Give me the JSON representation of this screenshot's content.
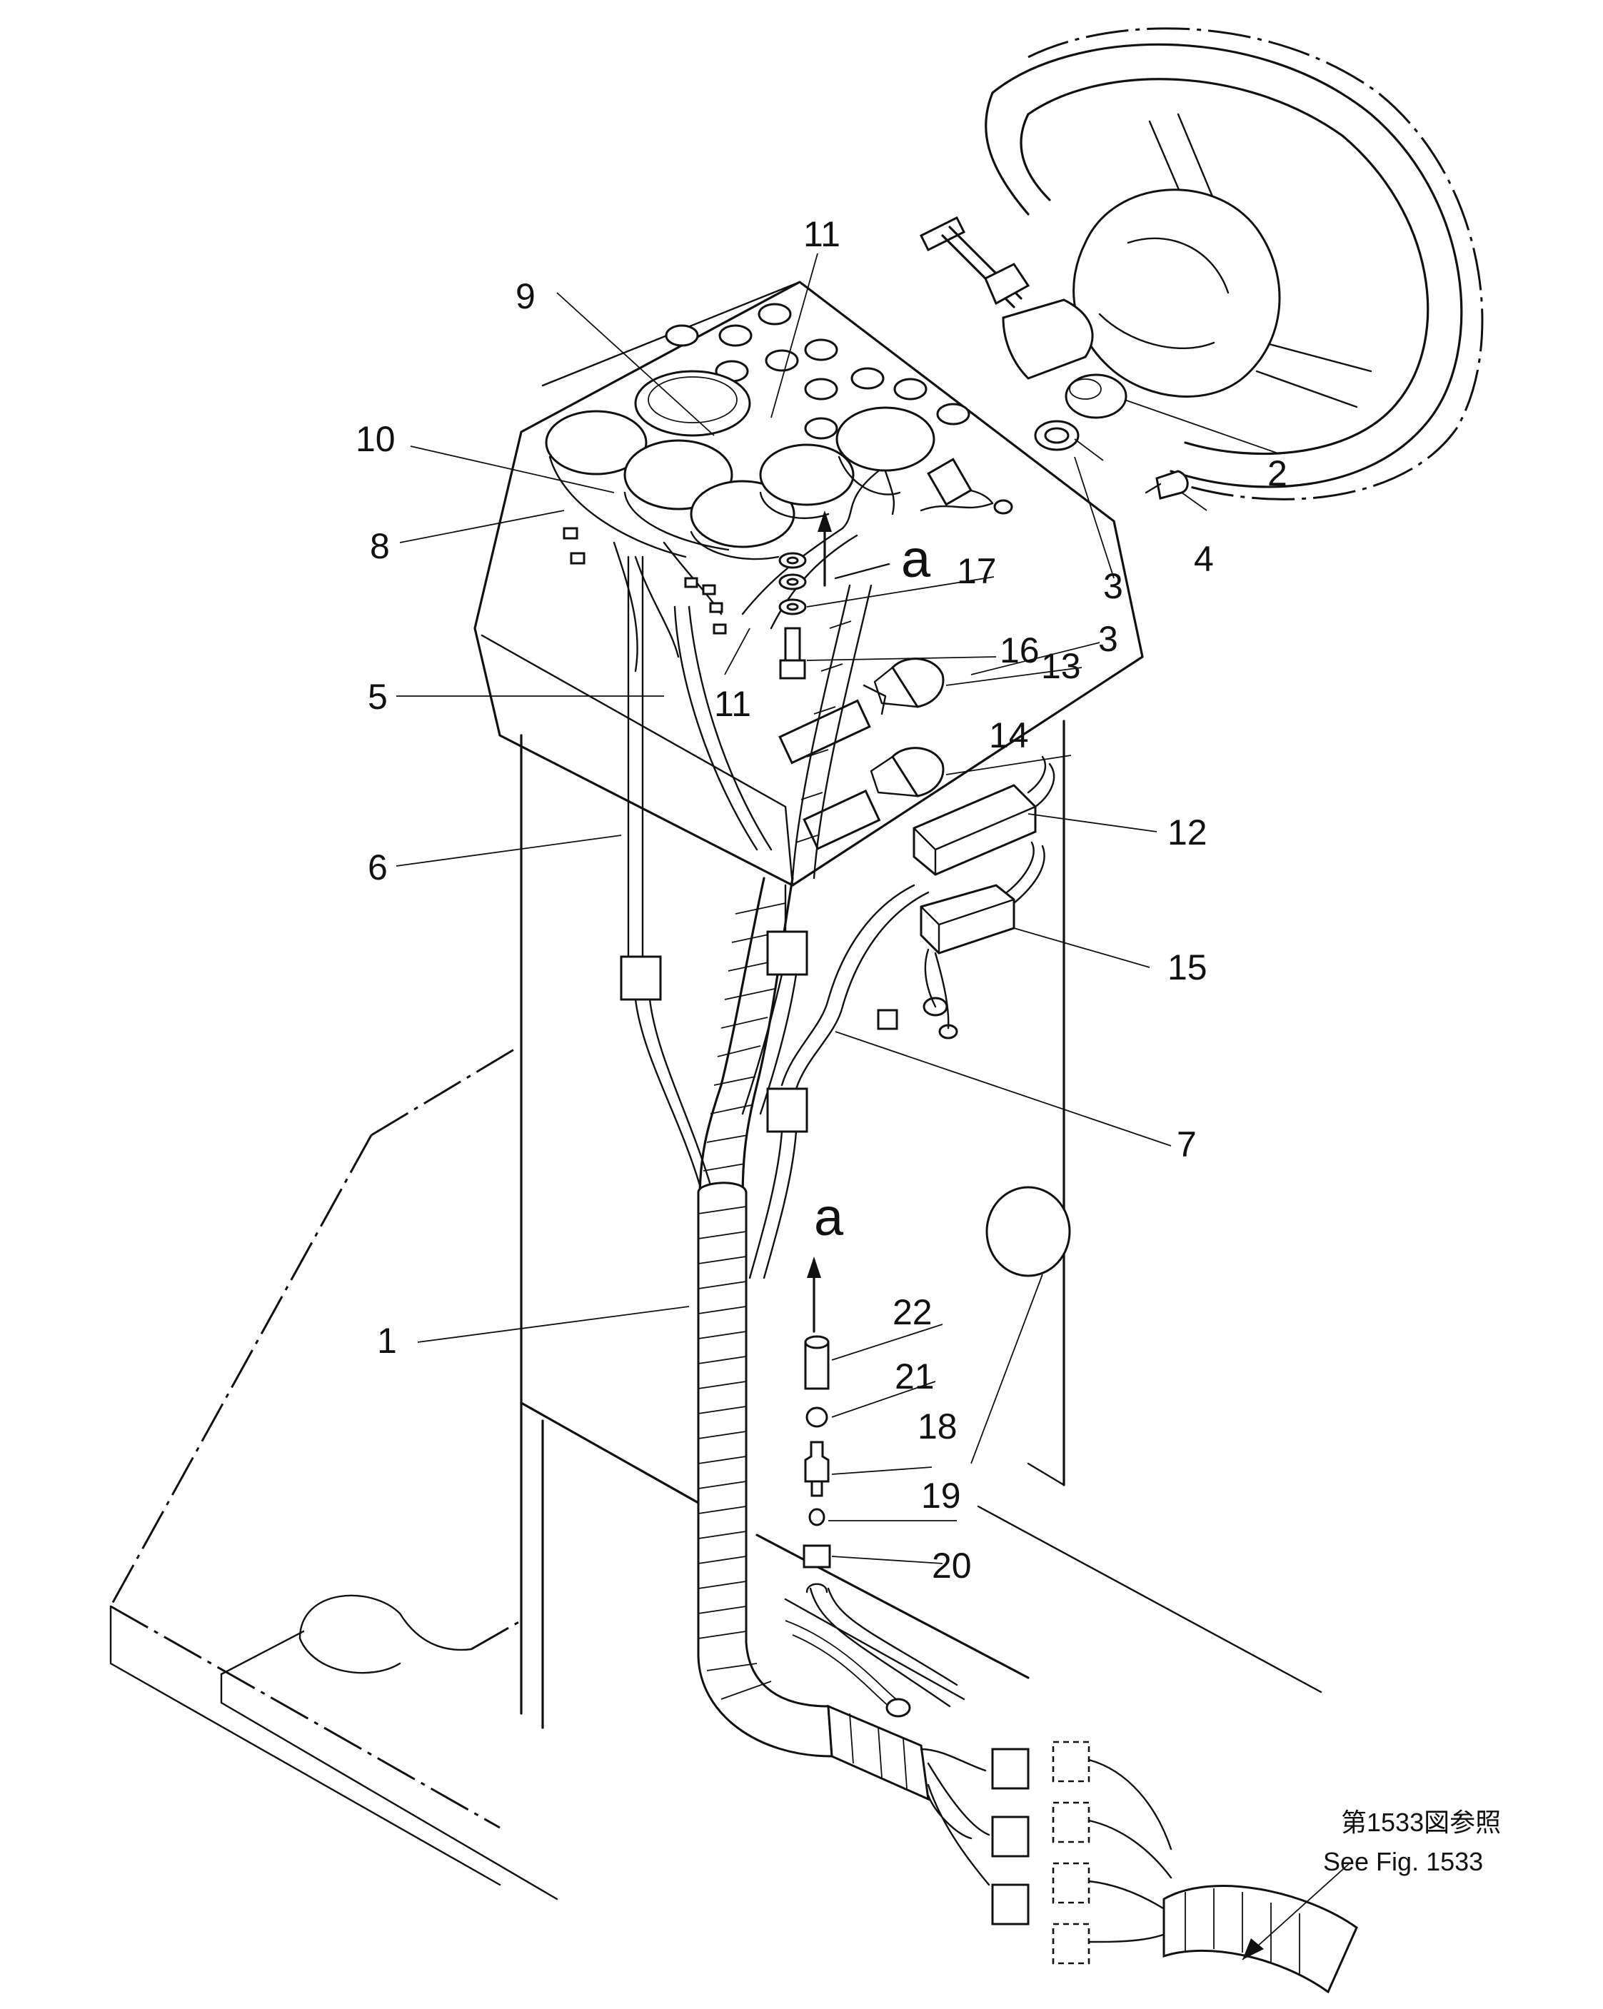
{
  "figure": {
    "callouts": [
      {
        "id": "c1",
        "text": "1"
      },
      {
        "id": "c2",
        "text": "2"
      },
      {
        "id": "c3a",
        "text": "3"
      },
      {
        "id": "c3b",
        "text": "3"
      },
      {
        "id": "c4",
        "text": "4"
      },
      {
        "id": "c5",
        "text": "5"
      },
      {
        "id": "c6",
        "text": "6"
      },
      {
        "id": "c7",
        "text": "7"
      },
      {
        "id": "c8",
        "text": "8"
      },
      {
        "id": "c9",
        "text": "9"
      },
      {
        "id": "c10",
        "text": "10"
      },
      {
        "id": "c11a",
        "text": "11"
      },
      {
        "id": "c11b",
        "text": "11"
      },
      {
        "id": "c12",
        "text": "12"
      },
      {
        "id": "c13",
        "text": "13"
      },
      {
        "id": "c14",
        "text": "14"
      },
      {
        "id": "c15",
        "text": "15"
      },
      {
        "id": "c16",
        "text": "16"
      },
      {
        "id": "c17",
        "text": "17"
      },
      {
        "id": "c18",
        "text": "18"
      },
      {
        "id": "c19",
        "text": "19"
      },
      {
        "id": "c20",
        "text": "20"
      },
      {
        "id": "c21",
        "text": "21"
      },
      {
        "id": "c22",
        "text": "22"
      }
    ],
    "view_marker_top": "a",
    "view_marker_bottom": "a",
    "reference_jp": "第1533図参照",
    "reference_en": "See Fig. 1533"
  }
}
